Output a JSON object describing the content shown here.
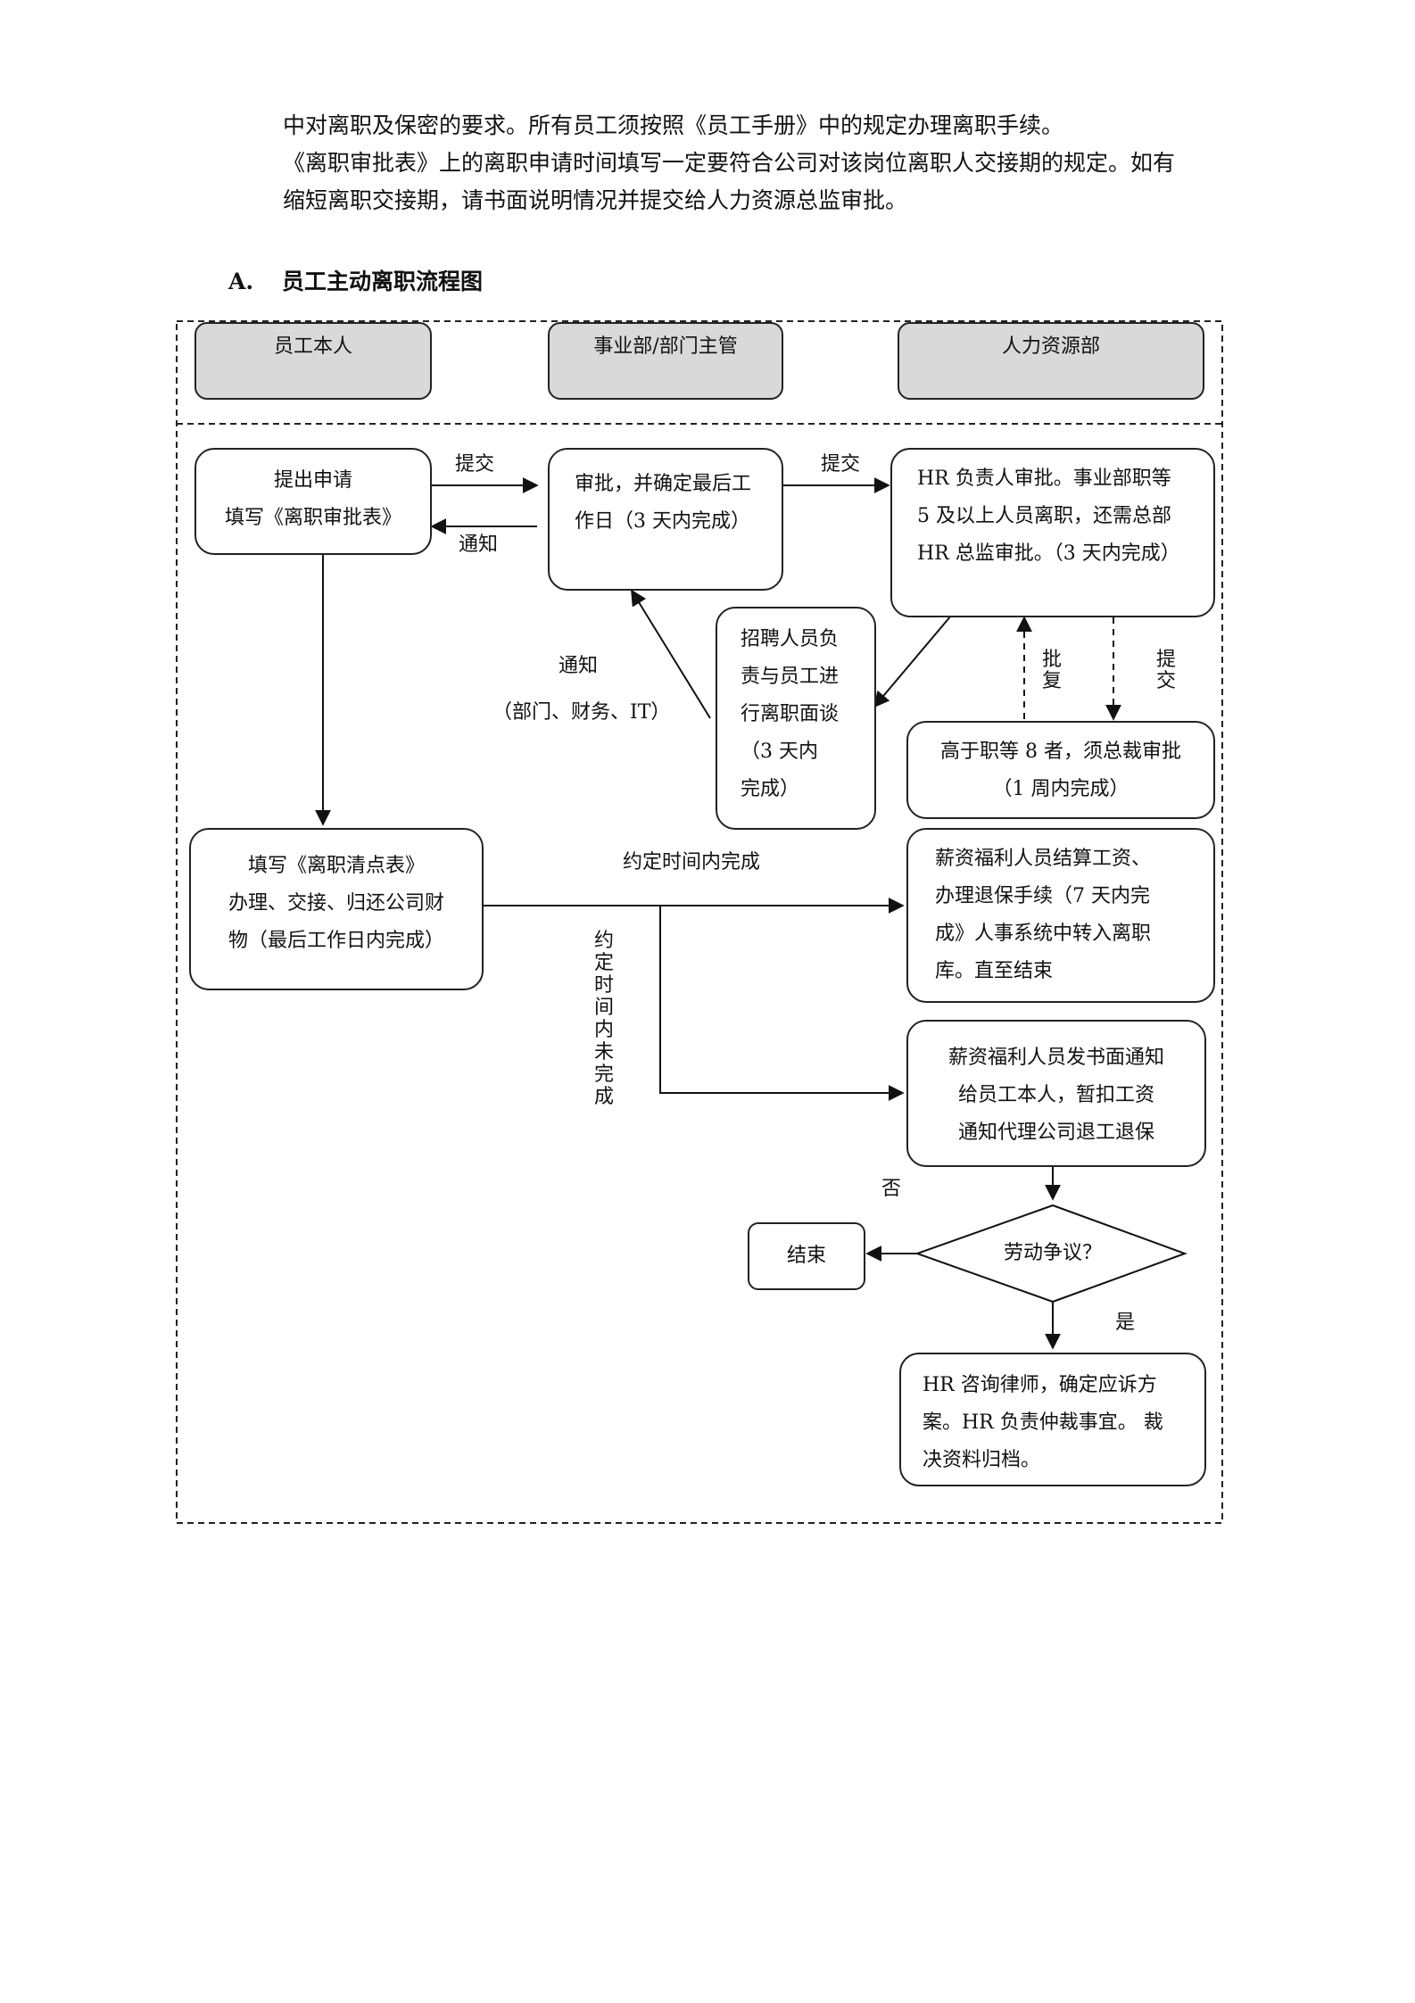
{
  "intro_lines": [
    "中对离职及保密的要求。所有员工须按照《员工手册》中的规定办理离职手续。",
    "《离职审批表》上的离职申请时间填写一定要符合公司对该岗位离职人交接期的规定。如有",
    "缩短离职交接期，请书面说明情况并提交给人力资源总监审批。"
  ],
  "section": {
    "letter": "A.",
    "title": "员工主动离职流程图"
  },
  "lanes": [
    "员工本人",
    "事业部/部门主管",
    "人力资源部"
  ],
  "nodes": {
    "apply": [
      "提出申请",
      "填写《离职审批表》"
    ],
    "dept_approve": [
      "审批，并确定最后工",
      "作日（3 天内完成）"
    ],
    "hr_approve": [
      "HR 负责人审批。事业部职等",
      "5 及以上人员离职，还需总部",
      "HR 总监审批。（3 天内完成）"
    ],
    "interview": [
      "招聘人员负",
      "责与员工进",
      "行离职面谈",
      "（3 天内",
      "完成）"
    ],
    "ceo_approve": [
      "高于职等 8 者，须总裁审批",
      "（1 周内完成）"
    ],
    "checklist": [
      "填写《离职清点表》",
      "办理、交接、归还公司财",
      "物（最后工作日内完成）"
    ],
    "payroll_done": [
      "薪资福利人员结算工资、",
      "办理退保手续（7 天内完",
      "成》人事系统中转入离职",
      "库。直至结束"
    ],
    "payroll_notice": [
      "薪资福利人员发书面通知",
      "给员工本人，暂扣工资",
      "通知代理公司退工退保"
    ],
    "dispute": "劳动争议？",
    "end": "结束",
    "lawyer": [
      "HR 咨询律师，确定应诉方",
      "案。HR 负责仲裁事宜。 裁",
      "决资料归档。"
    ]
  },
  "edge_labels": {
    "submit1": "提交",
    "notify1": "通知",
    "submit2": "提交",
    "notify2": "通知",
    "notify2_detail": "（部门、财务、IT）",
    "reply": "批复",
    "submit3": "提交",
    "completed": "约定时间内完成",
    "not_completed": "约定时间内未完成",
    "no": "否",
    "yes": "是"
  }
}
